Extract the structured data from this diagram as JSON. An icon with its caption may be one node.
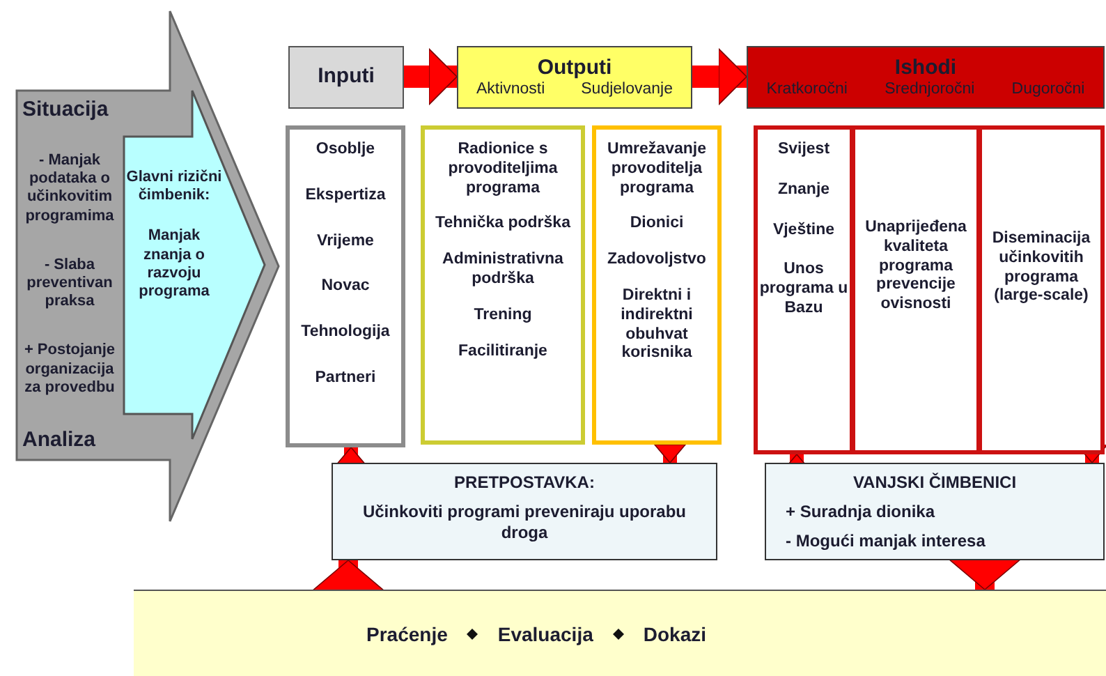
{
  "diagram": {
    "nodes": [
      {
        "text": [
          "Situacija",
          "- Manjak podataka o učinkovitim programima",
          "- Slaba preventivan praksa",
          "+ Postojanje organizacija za provedbu",
          "Analiza"
        ]
      },
      {
        "text": [
          "Glavni rizični čimbenik:",
          "Manjak znanja o razvoju programa"
        ],
        "in": 0
      },
      {
        "text": [
          "Inputi"
        ]
      },
      {
        "text": [
          "Outputi",
          "Aktivnosti",
          "Sudjelovanje"
        ]
      },
      {
        "text": [
          "Ishodi",
          "Kratkoročni",
          "Srednjoročni",
          "Dugoročni"
        ]
      },
      {
        "text": [
          "Osoblje",
          "Ekspertiza",
          "Vrijeme",
          "Novac",
          "Tehnologija",
          "Partneri"
        ]
      },
      {
        "text": [
          "Radionice s provoditeljima programa",
          "Tehnička podrška",
          "Administrativna podrška",
          "Trening",
          "Facilitiranje"
        ]
      },
      {
        "text": [
          "Umrežavanje provoditelja programa",
          "Dionici",
          "Zadovoljstvo",
          "Direktni i indirektni obuhvat korisnika"
        ]
      },
      {
        "text": [
          "Svijest",
          "Znanje",
          "Vještine",
          "Unos programa u Bazu"
        ]
      },
      {
        "text": [
          "Unaprijeđena kvaliteta programa prevencije ovisnosti"
        ]
      },
      {
        "text": [
          "Diseminacija učinkovitih programa (large-scale)"
        ]
      },
      {
        "text": [
          "PRETPOSTAVKA:",
          "Učinkoviti programi preveniraju uporabu droga"
        ]
      },
      {
        "text": [
          "VANJSKI ČIMBENICI",
          "+ Suradnja dionika",
          "- Mogući manjak interesa"
        ]
      },
      {
        "text": [
          "Praćenje",
          "Evaluacija",
          "Dokazi"
        ]
      }
    ],
    "edges": [
      {
        "from": 2,
        "to": 3,
        "arrow": "to"
      },
      {
        "from": 3,
        "to": 4,
        "arrow": "to"
      },
      {
        "from": 11,
        "to": 5,
        "arrow": "to"
      },
      {
        "from": 7,
        "to": 11,
        "arrow": "to"
      },
      {
        "from": 12,
        "to": 8,
        "arrow": "to"
      },
      {
        "from": 10,
        "to": 12,
        "arrow": "to"
      },
      {
        "from": 13,
        "to": 11,
        "arrow": "to"
      },
      {
        "from": 12,
        "to": 13,
        "arrow": "to"
      }
    ]
  }
}
